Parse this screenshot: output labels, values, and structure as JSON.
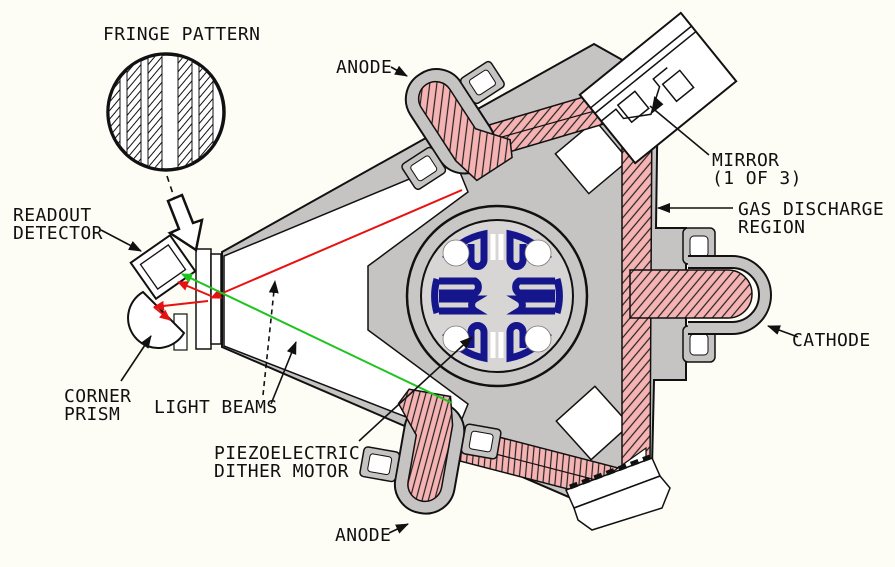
{
  "diagram": {
    "subject": "Ring laser gyroscope cutaway diagram",
    "labels": {
      "fringe_pattern": "FRINGE PATTERN",
      "anode_top": "ANODE",
      "anode_bottom": "ANODE",
      "mirror": "MIRROR",
      "mirror_sub": "(1 OF 3)",
      "gas_discharge_1": "GAS DISCHARGE",
      "gas_discharge_2": "REGION",
      "cathode": "CATHODE",
      "readout_1": "READOUT",
      "readout_2": "DETECTOR",
      "corner_prism_1": "CORNER",
      "corner_prism_2": "PRISM",
      "light_beams": "LIGHT BEAMS",
      "piezo_1": "PIEZOELECTRIC",
      "piezo_2": "DITHER MOTOR"
    },
    "colors": {
      "body_gray": "#c6c3c3",
      "inner_gray": "#d8d5d5",
      "gas_pink": "#f5b3b3",
      "flexure_navy": "#16168c",
      "beam_red": "#e81111",
      "beam_green": "#1ec41e",
      "background": "#fdfdf6",
      "label_text": "#111111"
    }
  }
}
